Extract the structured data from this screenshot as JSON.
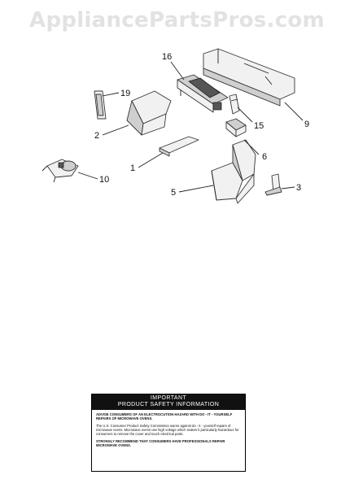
{
  "watermark": "AppliancePartsPros.com",
  "callouts": [
    {
      "id": "16",
      "label": "16"
    },
    {
      "id": "19",
      "label": "19"
    },
    {
      "id": "2",
      "label": "2"
    },
    {
      "id": "15",
      "label": "15"
    },
    {
      "id": "9",
      "label": "9"
    },
    {
      "id": "6",
      "label": "6"
    },
    {
      "id": "1",
      "label": "1"
    },
    {
      "id": "10",
      "label": "10"
    },
    {
      "id": "5",
      "label": "5"
    },
    {
      "id": "3",
      "label": "3"
    }
  ],
  "notice": {
    "heading_line1": "IMPORTANT",
    "heading_line2": "PRODUCT  SAFETY  INFORMATION",
    "paragraph1": "ADVISE CONSUMERS OF AN ELECTROCUTION HAZARD WITH DO - IT - YOURSELF REPAIRS OF MICROWAVE OVENS.",
    "paragraph2": "The U.S. Consumer Product Safety Commission warns against do - it - yourself repairs of microwave ovens. Microwave ovens use high voltage which makes it particularly hazardous for consumers to remove the cover and touch electrical parts.",
    "paragraph3": "STRONGLY RECOMMEND THAT CONSUMERS HAVE PROFESSIONALS REPAIR MICROWAVE OVENS."
  }
}
